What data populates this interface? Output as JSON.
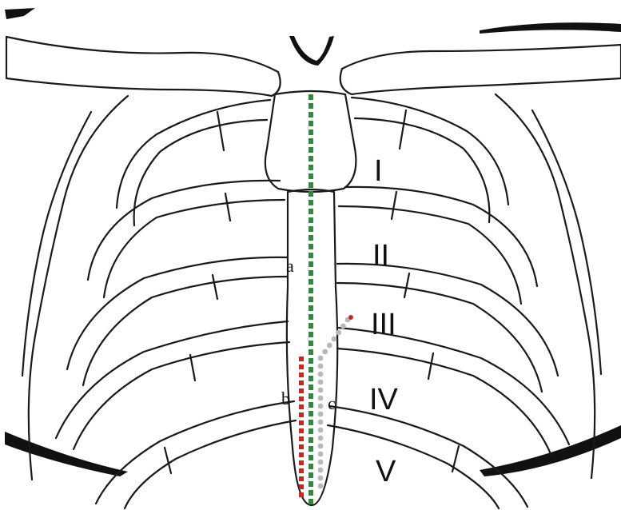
{
  "labels": {
    "a": "a",
    "b": "b",
    "c": "c"
  },
  "rib_numerals": [
    "I",
    "II",
    "III",
    "IV",
    "V"
  ],
  "colors": {
    "line_a": "#2e8b3e",
    "line_b": "#c42a24",
    "line_c": "#b8b8b8",
    "outline": "#1a1a1a"
  }
}
